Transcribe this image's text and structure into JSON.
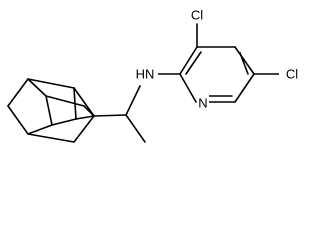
{
  "molecule": {
    "atoms": {
      "cl_top": "Cl",
      "cl_right": "Cl",
      "nh": "HN",
      "n_ring": "N"
    }
  }
}
